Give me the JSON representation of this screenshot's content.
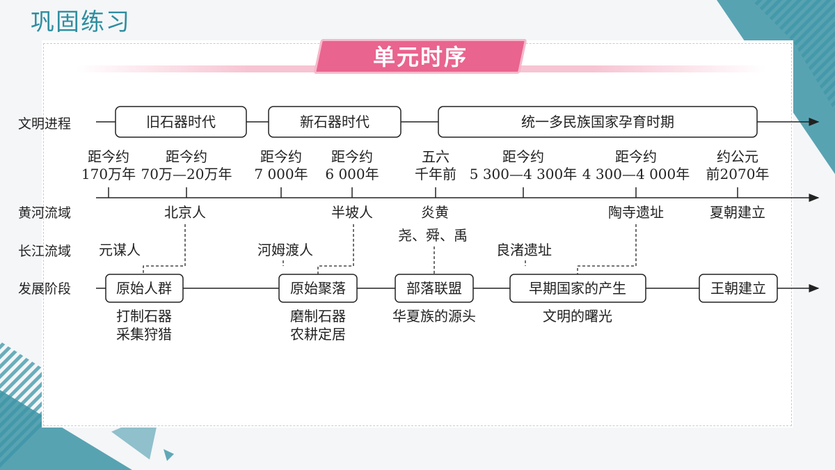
{
  "header": {
    "section_title": "巩固练习",
    "banner_title": "单元时序"
  },
  "row_labels": {
    "civilization": "文明进程",
    "yellow_river": "黄河流域",
    "yangtze": "长江流域",
    "development": "发展阶段"
  },
  "eras": [
    "旧石器时代",
    "新石器时代",
    "统一多民族国家孕育时期"
  ],
  "ticks": [
    {
      "line1": "距今约",
      "line2": "170万年"
    },
    {
      "line1": "距今约",
      "line2": "70万—20万年"
    },
    {
      "line1": "距今约",
      "line2": "7 000年"
    },
    {
      "line1": "距今约",
      "line2": "6 000年"
    },
    {
      "line1": "五六",
      "line2": "千年前"
    },
    {
      "line1": "距今约",
      "line2": "5 300—4 300年"
    },
    {
      "line1": "距今约",
      "line2": "4 300—4 000年"
    },
    {
      "line1": "约公元",
      "line2": "前2070年"
    }
  ],
  "yellow_river": [
    "北京人",
    "半坡人",
    "炎黄",
    "陶寺遗址",
    "夏朝建立"
  ],
  "yellow_river_sub": "尧、舜、禹",
  "yangtze": [
    "元谋人",
    "河姆渡人",
    "良渚遗址"
  ],
  "stages": [
    {
      "label": "原始人群",
      "notes": [
        "打制石器",
        "采集狩猎"
      ]
    },
    {
      "label": "原始聚落",
      "notes": [
        "磨制石器",
        "农耕定居"
      ]
    },
    {
      "label": "部落联盟",
      "notes": [
        "华夏族的源头"
      ]
    },
    {
      "label": "早期国家的产生",
      "notes": [
        "文明的曙光"
      ]
    },
    {
      "label": "王朝建立",
      "notes": []
    }
  ],
  "colors": {
    "accent_teal": "#2f8ea0",
    "banner_pink": "#e9648f"
  }
}
